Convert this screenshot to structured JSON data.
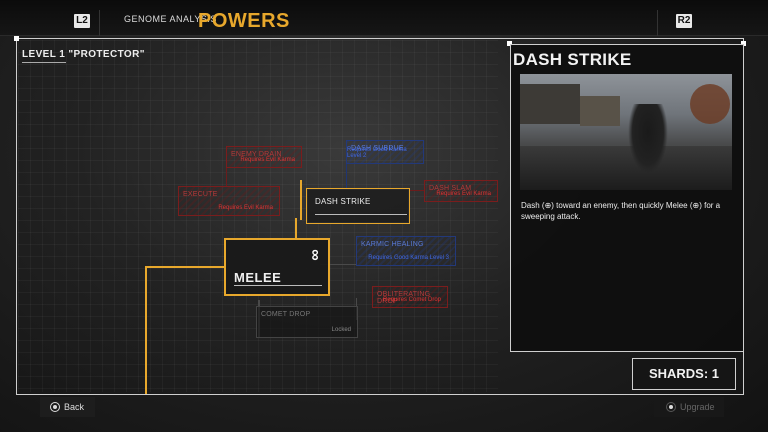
{
  "header": {
    "left_trigger": "L2",
    "right_trigger": "R2",
    "subtitle": "GENOME ANALYSIS",
    "title": "POWERS"
  },
  "tree": {
    "level_title": "LEVEL 1 \"PROTECTOR\"",
    "nodes": {
      "enemy_drain": {
        "name": "ENEMY DRAIN",
        "req": "Requires Evil Karma"
      },
      "execute": {
        "name": "EXECUTE",
        "req": "Requires Evil Karma"
      },
      "dash_suborn": {
        "name": "DASH SUBDUE",
        "req": "Requires Good Karma Level 2"
      },
      "dash_slam": {
        "name": "DASH SLAM",
        "req": "Requires Evil Karma"
      },
      "dash_strike": {
        "name": "DASH STRIKE"
      },
      "karmic_healing": {
        "name": "KARMIC HEALING",
        "req": "Requires Good Karma Level 3"
      },
      "melee": {
        "name": "MELEE"
      },
      "obliterating_drop": {
        "name": "OBLITERATING DROP",
        "req": "Requires Comet Drop"
      },
      "comet_drop": {
        "name": "COMET DROP",
        "req": "Locked"
      }
    }
  },
  "detail": {
    "title": "DASH STRIKE",
    "description": "Dash (⊕) toward an enemy, then quickly Melee (⊕) for a sweeping attack."
  },
  "shards": "SHARDS: 1",
  "footer": {
    "back_label": "Back",
    "upgrade_label": "Upgrade"
  },
  "colors": {
    "accent": "#e8a82c",
    "evil": "#d33333",
    "good": "#3f67e6"
  }
}
